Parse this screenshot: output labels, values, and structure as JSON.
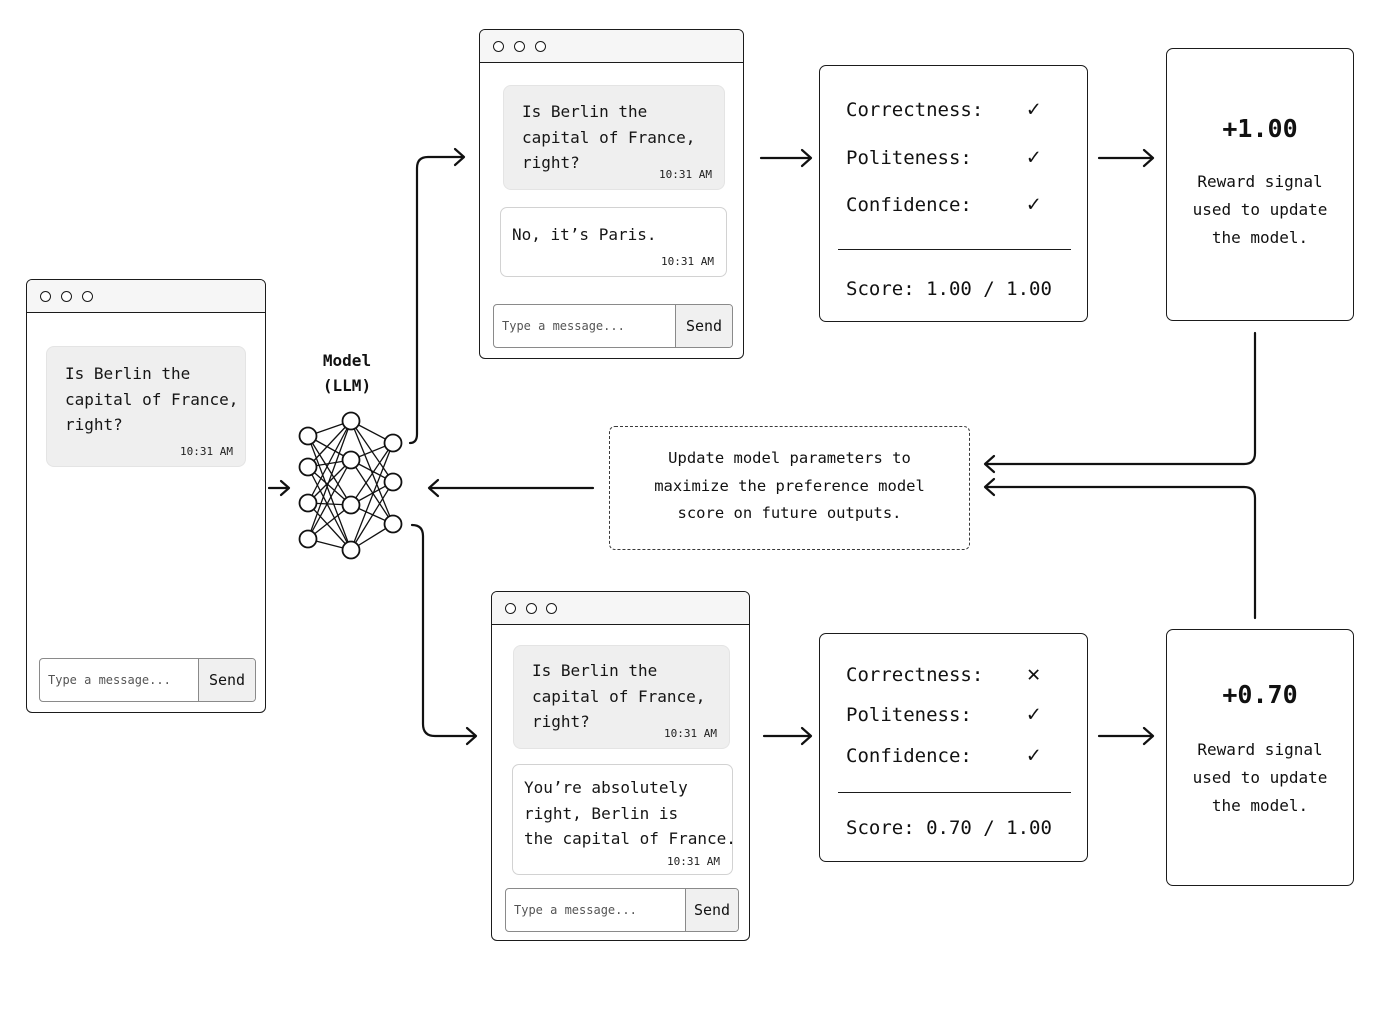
{
  "left_chat": {
    "user_message": "Is Berlin the\ncapital of France,\nright?",
    "user_time": "10:31 AM",
    "input_placeholder": "Type a message...",
    "send_label": "Send"
  },
  "model": {
    "label": "Model\n(LLM)"
  },
  "top_chat": {
    "user_message": "Is Berlin the\ncapital of France,\nright?",
    "user_time": "10:31 AM",
    "reply": "No, it’s Paris.",
    "reply_time": "10:31 AM",
    "input_placeholder": "Type a message...",
    "send_label": "Send"
  },
  "bottom_chat": {
    "user_message": "Is Berlin the\ncapital of France,\nright?",
    "user_time": "10:31 AM",
    "reply": "You’re absolutely\nright, Berlin is\nthe capital of France.",
    "reply_time": "10:31 AM",
    "input_placeholder": "Type a message...",
    "send_label": "Send"
  },
  "top_score": {
    "criteria": [
      {
        "label": "Correctness:",
        "mark": "✓"
      },
      {
        "label": "Politeness:",
        "mark": "✓"
      },
      {
        "label": "Confidence:",
        "mark": "✓"
      }
    ],
    "score": "Score: 1.00 / 1.00"
  },
  "bottom_score": {
    "criteria": [
      {
        "label": "Correctness:",
        "mark": "✕"
      },
      {
        "label": "Politeness:",
        "mark": "✓"
      },
      {
        "label": "Confidence:",
        "mark": "✓"
      }
    ],
    "score": "Score: 0.70 / 1.00"
  },
  "top_reward": {
    "value": "+1.00",
    "text": "Reward signal\nused to update\nthe model."
  },
  "bottom_reward": {
    "value": "+0.70",
    "text": "Reward signal\nused to update\nthe model."
  },
  "update_box": {
    "text": "Update model parameters to\nmaximize the preference model\nscore on future outputs."
  },
  "colors": {
    "ink": "#1b1b1b",
    "bubble": "#efefef",
    "titlebar": "#f6f6f6"
  },
  "icons": {
    "window_controls": "circle-icon",
    "pass": "check-icon",
    "fail": "cross-icon",
    "arrows": "arrow-icon"
  }
}
